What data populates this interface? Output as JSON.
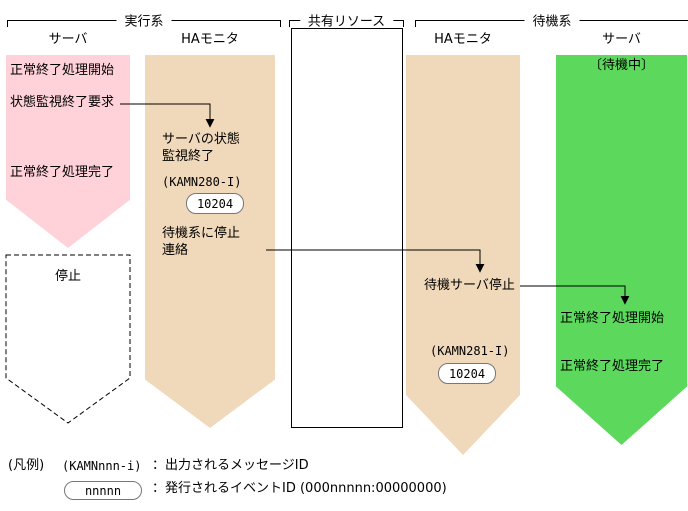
{
  "diagram": {
    "regions": {
      "active": "実行系",
      "shared": "共有リソース",
      "standby": "待機系"
    },
    "columns": {
      "active_server": "サーバ",
      "active_monitor": "HAモニタ",
      "standby_monitor": "HAモニタ",
      "standby_server": "サーバ"
    },
    "active_server": {
      "line1": "正常終了処理開始",
      "line2": "状態監視終了要求",
      "line3": "正常終了処理完了",
      "stop": "停止"
    },
    "active_monitor": {
      "monitor_end_line1": "サーバの状態",
      "monitor_end_line2": "監視終了",
      "message_id": "(KAMN280-I)",
      "event_id": "10204",
      "notify_line1": "待機系に停止",
      "notify_line2": "連絡"
    },
    "standby_monitor": {
      "stop_label": "待機サーバ停止",
      "message_id": "(KAMN281-I)",
      "event_id": "10204"
    },
    "standby_server": {
      "status": "〔待機中〕",
      "line1": "正常終了処理開始",
      "line2": "正常終了処理完了"
    },
    "legend": {
      "title": "(凡例)",
      "message_sample": "(KAMNnnn-i)",
      "message_desc": "：出力されるメッセージID",
      "event_sample": "nnnnn",
      "event_desc": "：発行されるイベントID (000nnnnn:00000000)"
    },
    "colors": {
      "active_server_fill": "#ffd2d9",
      "monitor_fill": "#f0d8ba",
      "standby_server_fill": "#5cd95c"
    }
  }
}
